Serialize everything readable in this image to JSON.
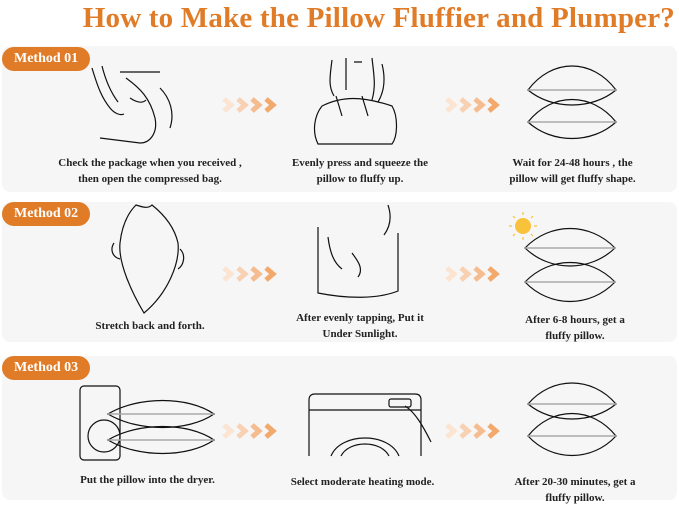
{
  "title": "How to Make the Pillow Fluffier and Plumper?",
  "colors": {
    "accent": "#e07b27",
    "panel_bg": "#f6f6f6",
    "sun": "#f8c23a",
    "arrow": "#f2a96b"
  },
  "methods": [
    {
      "label": "Method 01",
      "steps": [
        {
          "icon": "hands-opening-bag-illustration",
          "caption_line1": "Check the package when you received ,",
          "caption_line2": "then open the compressed bag."
        },
        {
          "icon": "hands-squeezing-pillow-illustration",
          "caption_line1": "Evenly press and squeeze the",
          "caption_line2": "pillow to fluffy up."
        },
        {
          "icon": "two-fluffy-pillows-illustration",
          "caption_line1": "Wait for 24-48 hours , the",
          "caption_line2": "pillow will get fluffy shape."
        }
      ]
    },
    {
      "label": "Method 02",
      "steps": [
        {
          "icon": "hands-stretching-pillow-illustration",
          "caption_line1": "Stretch back and forth.",
          "caption_line2": ""
        },
        {
          "icon": "hand-tapping-pillow-illustration",
          "caption_line1": "After evenly tapping, Put it",
          "caption_line2": "Under Sunlight."
        },
        {
          "icon": "pillows-under-sun-illustration",
          "caption_line1": "After 6-8 hours,   get a",
          "caption_line2": "fluffy pillow."
        }
      ]
    },
    {
      "label": "Method 03",
      "steps": [
        {
          "icon": "pillow-in-dryer-illustration",
          "caption_line1": "Put the pillow into the dryer.",
          "caption_line2": ""
        },
        {
          "icon": "hand-selecting-dryer-mode-illustration",
          "caption_line1": "Select moderate heating mode.",
          "caption_line2": ""
        },
        {
          "icon": "two-fluffy-pillows-illustration",
          "caption_line1": "After 20-30 minutes, get a",
          "caption_line2": "fluffy pillow."
        }
      ]
    }
  ]
}
